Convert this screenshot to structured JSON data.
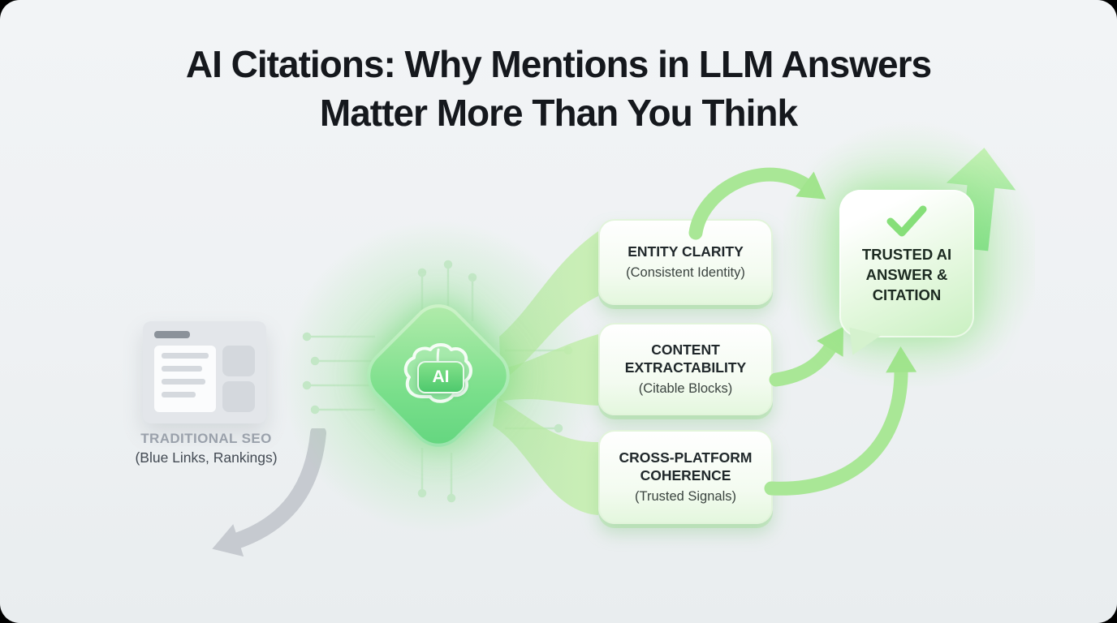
{
  "title": {
    "line1": "AI Citations: Why Mentions in LLM Answers",
    "line2": "Matter More Than You Think"
  },
  "traditional_seo": {
    "label": "TRADITIONAL SEO",
    "sublabel": "(Blue Links, Rankings)"
  },
  "chip": {
    "label": "AI"
  },
  "factors": [
    {
      "title": "ENTITY CLARITY",
      "subtitle": "(Consistent Identity)"
    },
    {
      "title": "CONTENT EXTRACTABILITY",
      "subtitle": "(Citable Blocks)"
    },
    {
      "title": "CROSS-PLATFORM COHERENCE",
      "subtitle": "(Trusted Signals)"
    }
  ],
  "result": {
    "label": "TRUSTED AI ANSWER & CITATION"
  },
  "icons": {
    "browser": "search-results-window-icon",
    "brain": "ai-brain-icon",
    "checkmark": "checkmark-icon",
    "up_arrow": "growth-arrow-icon",
    "grey_arrow": "declining-path-arrow-icon"
  },
  "colors": {
    "background": "#eef1f4",
    "title_text": "#15181d",
    "green_accent": "#7adf8b",
    "green_soft": "#cdeec6",
    "green_arrow": "#a9e796",
    "grey_label": "#9aa1ab",
    "grey_arrow": "#c6cad0",
    "card_text": "#20282b"
  }
}
